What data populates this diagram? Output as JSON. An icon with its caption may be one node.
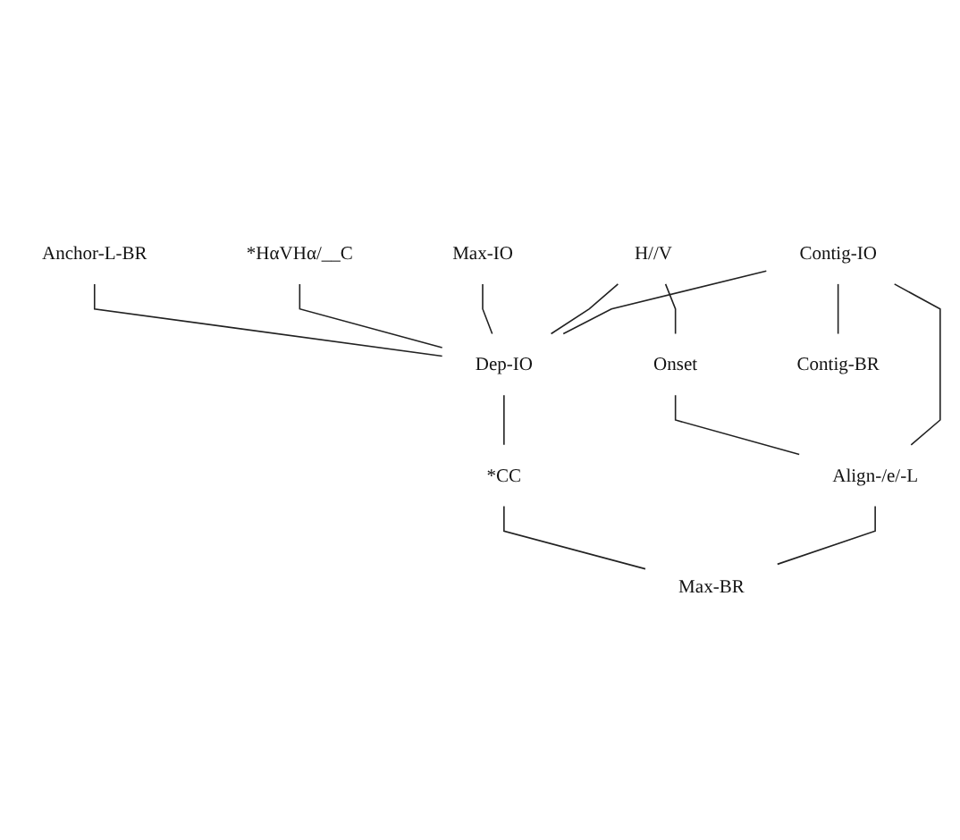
{
  "diagram": {
    "nodes": [
      {
        "text": [
          "Anchor-L-BR"
        ]
      },
      {
        "text": [
          "*HαVHα/__C"
        ]
      },
      {
        "text": [
          "Max-IO"
        ]
      },
      {
        "text": [
          "H//V"
        ]
      },
      {
        "text": [
          "Onset"
        ]
      },
      {
        "text": [
          "Contig-IO"
        ]
      },
      {
        "text": [
          "Dep-IO"
        ]
      },
      {
        "text": [
          "*CC"
        ]
      },
      {
        "text": [
          "Contig-BR"
        ]
      },
      {
        "text": [
          "Align-/e/-L"
        ]
      },
      {
        "text": [
          "Max-BR"
        ]
      }
    ],
    "edges": [
      {
        "from": 0,
        "to": 6,
        "arrow": "none"
      },
      {
        "from": 1,
        "to": 6,
        "arrow": "none"
      },
      {
        "from": 2,
        "to": 6,
        "arrow": "none"
      },
      {
        "from": 3,
        "to": 6,
        "arrow": "none"
      },
      {
        "from": 3,
        "to": 4,
        "arrow": "none"
      },
      {
        "from": 4,
        "to": 9,
        "arrow": "none"
      },
      {
        "from": 5,
        "to": 6,
        "arrow": "none"
      },
      {
        "from": 5,
        "to": 8,
        "arrow": "none"
      },
      {
        "from": 5,
        "to": 9,
        "arrow": "none"
      },
      {
        "from": 6,
        "to": 7,
        "arrow": "none"
      },
      {
        "from": 7,
        "to": 10,
        "arrow": "none"
      },
      {
        "from": 9,
        "to": 10,
        "arrow": "none"
      }
    ]
  }
}
